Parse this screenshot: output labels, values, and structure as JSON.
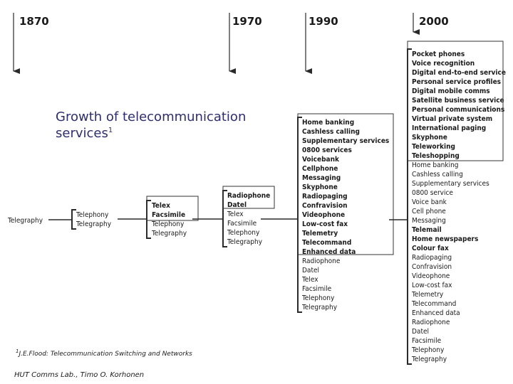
{
  "title": {
    "text": "Growth of telecommunication services",
    "superscript": "1"
  },
  "footnote": {
    "marker": "1",
    "text": "J.E.Flood: Telecommunication Switching and Networks"
  },
  "footer": "HUT Comms Lab., Timo O. Korhonen",
  "years": [
    "1870",
    "1970",
    "1990",
    "2000"
  ],
  "root_service": "Telegraphy",
  "columns": [
    {
      "name": "col1",
      "items": [
        {
          "text": "Telephony",
          "bold": false
        },
        {
          "text": "Telegraphy",
          "bold": false
        }
      ]
    },
    {
      "name": "col2",
      "items": [
        {
          "text": "Telex",
          "bold": true
        },
        {
          "text": "Facsimile",
          "bold": true
        },
        {
          "text": "Telephony",
          "bold": false
        },
        {
          "text": "Telegraphy",
          "bold": false
        }
      ]
    },
    {
      "name": "col3",
      "items": [
        {
          "text": "Radiophone",
          "bold": true
        },
        {
          "text": "Datel",
          "bold": true
        },
        {
          "text": "Telex",
          "bold": false
        },
        {
          "text": "Facsimile",
          "bold": false
        },
        {
          "text": "Telephony",
          "bold": false
        },
        {
          "text": "Telegraphy",
          "bold": false
        }
      ]
    },
    {
      "name": "col4",
      "items": [
        {
          "text": "Home banking",
          "bold": true
        },
        {
          "text": "Cashless calling",
          "bold": true
        },
        {
          "text": "Supplementary services",
          "bold": true
        },
        {
          "text": "0800 services",
          "bold": true
        },
        {
          "text": "Voicebank",
          "bold": true
        },
        {
          "text": "Cellphone",
          "bold": true
        },
        {
          "text": "Messaging",
          "bold": true
        },
        {
          "text": "Skyphone",
          "bold": true
        },
        {
          "text": "Radiopaging",
          "bold": true
        },
        {
          "text": "Confravision",
          "bold": true
        },
        {
          "text": "Videophone",
          "bold": true
        },
        {
          "text": "Low-cost fax",
          "bold": true
        },
        {
          "text": "Telemetry",
          "bold": true
        },
        {
          "text": "Telecommand",
          "bold": true
        },
        {
          "text": "Enhanced data",
          "bold": true
        },
        {
          "text": "Radiophone",
          "bold": false
        },
        {
          "text": "Datel",
          "bold": false
        },
        {
          "text": "Telex",
          "bold": false
        },
        {
          "text": "Facsimile",
          "bold": false
        },
        {
          "text": "Telephony",
          "bold": false
        },
        {
          "text": "Telegraphy",
          "bold": false
        }
      ]
    },
    {
      "name": "col5",
      "items": [
        {
          "text": "Pocket phones",
          "bold": true
        },
        {
          "text": "Voice recognition",
          "bold": true
        },
        {
          "text": "Digital end-to-end service",
          "bold": true
        },
        {
          "text": "Personal service profiles",
          "bold": true
        },
        {
          "text": "Digital mobile comms",
          "bold": true
        },
        {
          "text": "Satellite business service",
          "bold": true
        },
        {
          "text": "Personal communications",
          "bold": true
        },
        {
          "text": "Virtual private system",
          "bold": true
        },
        {
          "text": "International paging",
          "bold": true
        },
        {
          "text": "Skyphone",
          "bold": true
        },
        {
          "text": "Teleworking",
          "bold": true
        },
        {
          "text": "Teleshopping",
          "bold": true
        },
        {
          "text": "Home banking",
          "bold": false
        },
        {
          "text": "Cashless calling",
          "bold": false
        },
        {
          "text": "Supplementary services",
          "bold": false
        },
        {
          "text": "0800 service",
          "bold": false
        },
        {
          "text": "Voice bank",
          "bold": false
        },
        {
          "text": "Cell phone",
          "bold": false
        },
        {
          "text": "Messaging",
          "bold": false
        },
        {
          "text": "Telemail",
          "bold": true
        },
        {
          "text": "Home newspapers",
          "bold": true
        },
        {
          "text": "Colour fax",
          "bold": true
        },
        {
          "text": "Radiopaging",
          "bold": false
        },
        {
          "text": "Confravision",
          "bold": false
        },
        {
          "text": "Videophone",
          "bold": false
        },
        {
          "text": "Low-cost fax",
          "bold": false
        },
        {
          "text": "Telemetry",
          "bold": false
        },
        {
          "text": "Telecommand",
          "bold": false
        },
        {
          "text": "Enhanced data",
          "bold": false
        },
        {
          "text": "Radiophone",
          "bold": false
        },
        {
          "text": "Datel",
          "bold": false
        },
        {
          "text": "Facsimile",
          "bold": false
        },
        {
          "text": "Telephony",
          "bold": false
        },
        {
          "text": "Telegraphy",
          "bold": false
        }
      ]
    }
  ]
}
